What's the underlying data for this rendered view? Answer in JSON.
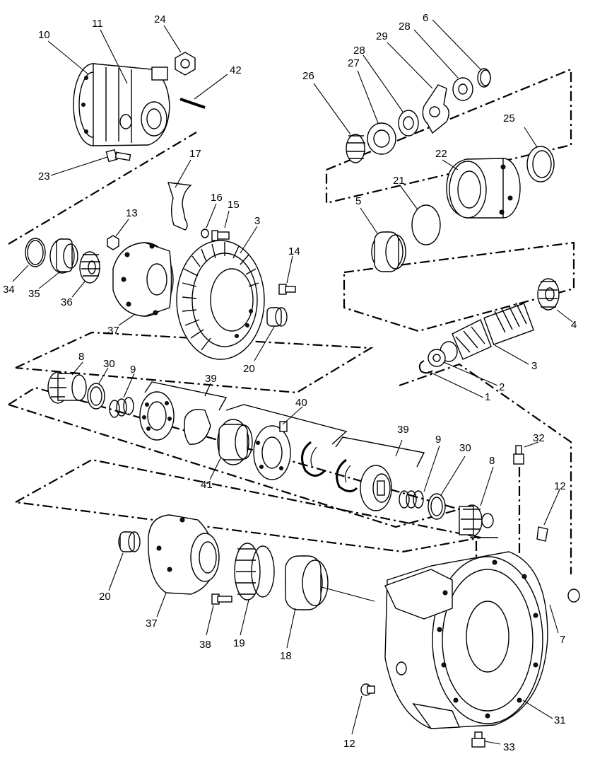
{
  "callouts": [
    {
      "id": "c1",
      "label": "1"
    },
    {
      "id": "c2",
      "label": "2"
    },
    {
      "id": "c3a",
      "label": "3"
    },
    {
      "id": "c3b",
      "label": "3"
    },
    {
      "id": "c4",
      "label": "4"
    },
    {
      "id": "c5",
      "label": "5"
    },
    {
      "id": "c6",
      "label": "6"
    },
    {
      "id": "c7",
      "label": "7"
    },
    {
      "id": "c8a",
      "label": "8"
    },
    {
      "id": "c8b",
      "label": "8"
    },
    {
      "id": "c9a",
      "label": "9"
    },
    {
      "id": "c9b",
      "label": "9"
    },
    {
      "id": "c10",
      "label": "10"
    },
    {
      "id": "c11",
      "label": "11"
    },
    {
      "id": "c12a",
      "label": "12"
    },
    {
      "id": "c12b",
      "label": "12"
    },
    {
      "id": "c13",
      "label": "13"
    },
    {
      "id": "c14",
      "label": "14"
    },
    {
      "id": "c15",
      "label": "15"
    },
    {
      "id": "c16",
      "label": "16"
    },
    {
      "id": "c17",
      "label": "17"
    },
    {
      "id": "c18",
      "label": "18"
    },
    {
      "id": "c19",
      "label": "19"
    },
    {
      "id": "c20a",
      "label": "20"
    },
    {
      "id": "c20b",
      "label": "20"
    },
    {
      "id": "c21",
      "label": "21"
    },
    {
      "id": "c22",
      "label": "22"
    },
    {
      "id": "c23",
      "label": "23"
    },
    {
      "id": "c24",
      "label": "24"
    },
    {
      "id": "c25",
      "label": "25"
    },
    {
      "id": "c26",
      "label": "26"
    },
    {
      "id": "c27",
      "label": "27"
    },
    {
      "id": "c28a",
      "label": "28"
    },
    {
      "id": "c28b",
      "label": "28"
    },
    {
      "id": "c29",
      "label": "29"
    },
    {
      "id": "c30a",
      "label": "30"
    },
    {
      "id": "c30b",
      "label": "30"
    },
    {
      "id": "c31",
      "label": "31"
    },
    {
      "id": "c32",
      "label": "32"
    },
    {
      "id": "c33",
      "label": "33"
    },
    {
      "id": "c34",
      "label": "34"
    },
    {
      "id": "c35",
      "label": "35"
    },
    {
      "id": "c36",
      "label": "36"
    },
    {
      "id": "c37a",
      "label": "37"
    },
    {
      "id": "c37b",
      "label": "37"
    },
    {
      "id": "c38",
      "label": "38"
    },
    {
      "id": "c39a",
      "label": "39"
    },
    {
      "id": "c39b",
      "label": "39"
    },
    {
      "id": "c40",
      "label": "40"
    },
    {
      "id": "c41",
      "label": "41"
    },
    {
      "id": "c42",
      "label": "42"
    }
  ],
  "colors": {
    "ink": "#000000",
    "paper": "#ffffff"
  }
}
